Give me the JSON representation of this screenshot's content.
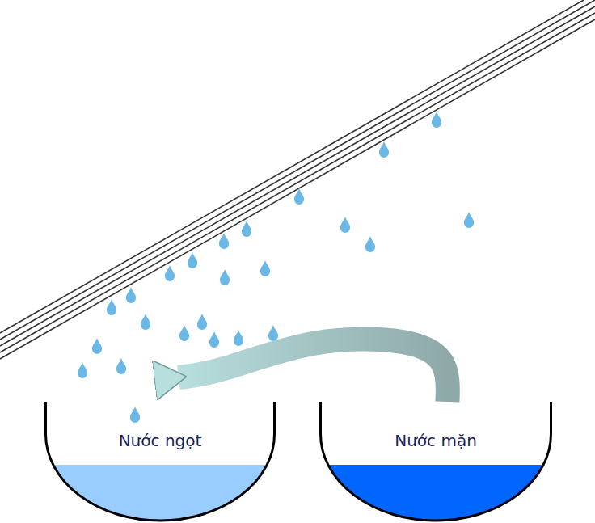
{
  "diagram": {
    "nodes": [
      {
        "text": [
          "Nước ngọt"
        ]
      },
      {
        "text": [
          "Nước mặn"
        ]
      }
    ],
    "edges": [
      {
        "from": 1,
        "to": 0,
        "arrow": "to"
      }
    ]
  }
}
